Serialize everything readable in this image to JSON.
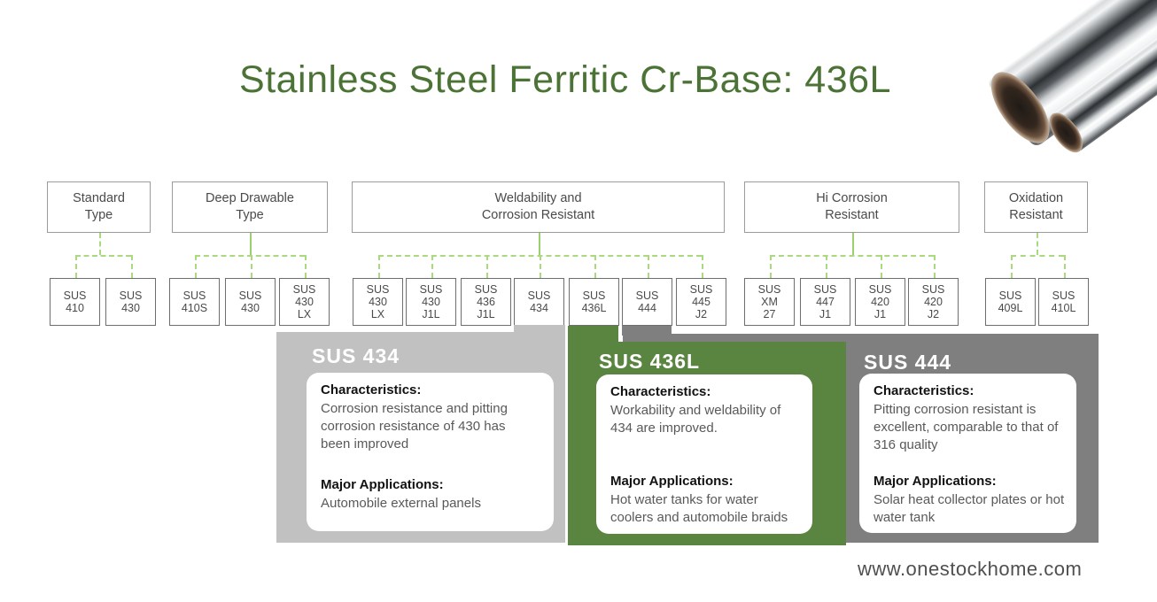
{
  "title": "Stainless Steel Ferritic Cr-Base: 436L",
  "footer": {
    "website": "www.onestockhome.com"
  },
  "colors": {
    "title_green": "#4c7336",
    "connector_green": "#aad97f",
    "card_light_gray": "#c1c1c1",
    "card_green": "#5a8540",
    "card_dark_gray": "#7f7f7f"
  },
  "tree": {
    "groups": [
      {
        "label": "Standard\nType",
        "children": [
          "SUS 410",
          "SUS 430"
        ]
      },
      {
        "label": "Deep Drawable\nType",
        "children": [
          "SUS 410S",
          "SUS 430",
          "SUS 430 LX"
        ]
      },
      {
        "label": "Weldability and\nCorrosion Resistant",
        "children": [
          "SUS 430 LX",
          "SUS 430 J1L",
          "SUS 436 J1L",
          "SUS 434",
          "SUS 436L",
          "SUS 444",
          "SUS 445 J2"
        ]
      },
      {
        "label": "Hi Corrosion\nResistant",
        "children": [
          "SUS XM 27",
          "SUS 447 J1",
          "SUS 420 J1",
          "SUS 420 J2"
        ]
      },
      {
        "label": "Oxidation\nResistant",
        "children": [
          "SUS 409L",
          "SUS 410L"
        ]
      }
    ]
  },
  "cards": [
    {
      "name": "SUS 434",
      "color": "#c1c1c1",
      "characteristics_label": "Characteristics:",
      "characteristics": "Corrosion resistance and pitting corrosion resistance of 430 has been improved",
      "applications_label": "Major Applications:",
      "applications": "Automobile external panels"
    },
    {
      "name": "SUS 436L",
      "color": "#5a8540",
      "characteristics_label": "Characteristics:",
      "characteristics": "Workability and weldability of 434 are improved.",
      "applications_label": "Major Applications:",
      "applications": "Hot water tanks for water coolers and automobile braids"
    },
    {
      "name": "SUS 444",
      "color": "#7f7f7f",
      "characteristics_label": "Characteristics:",
      "characteristics": "Pitting corrosion resistant is excellent, comparable to that of 316 quality",
      "applications_label": "Major Applications:",
      "applications": "Solar heat collector plates or hot water tank"
    }
  ]
}
